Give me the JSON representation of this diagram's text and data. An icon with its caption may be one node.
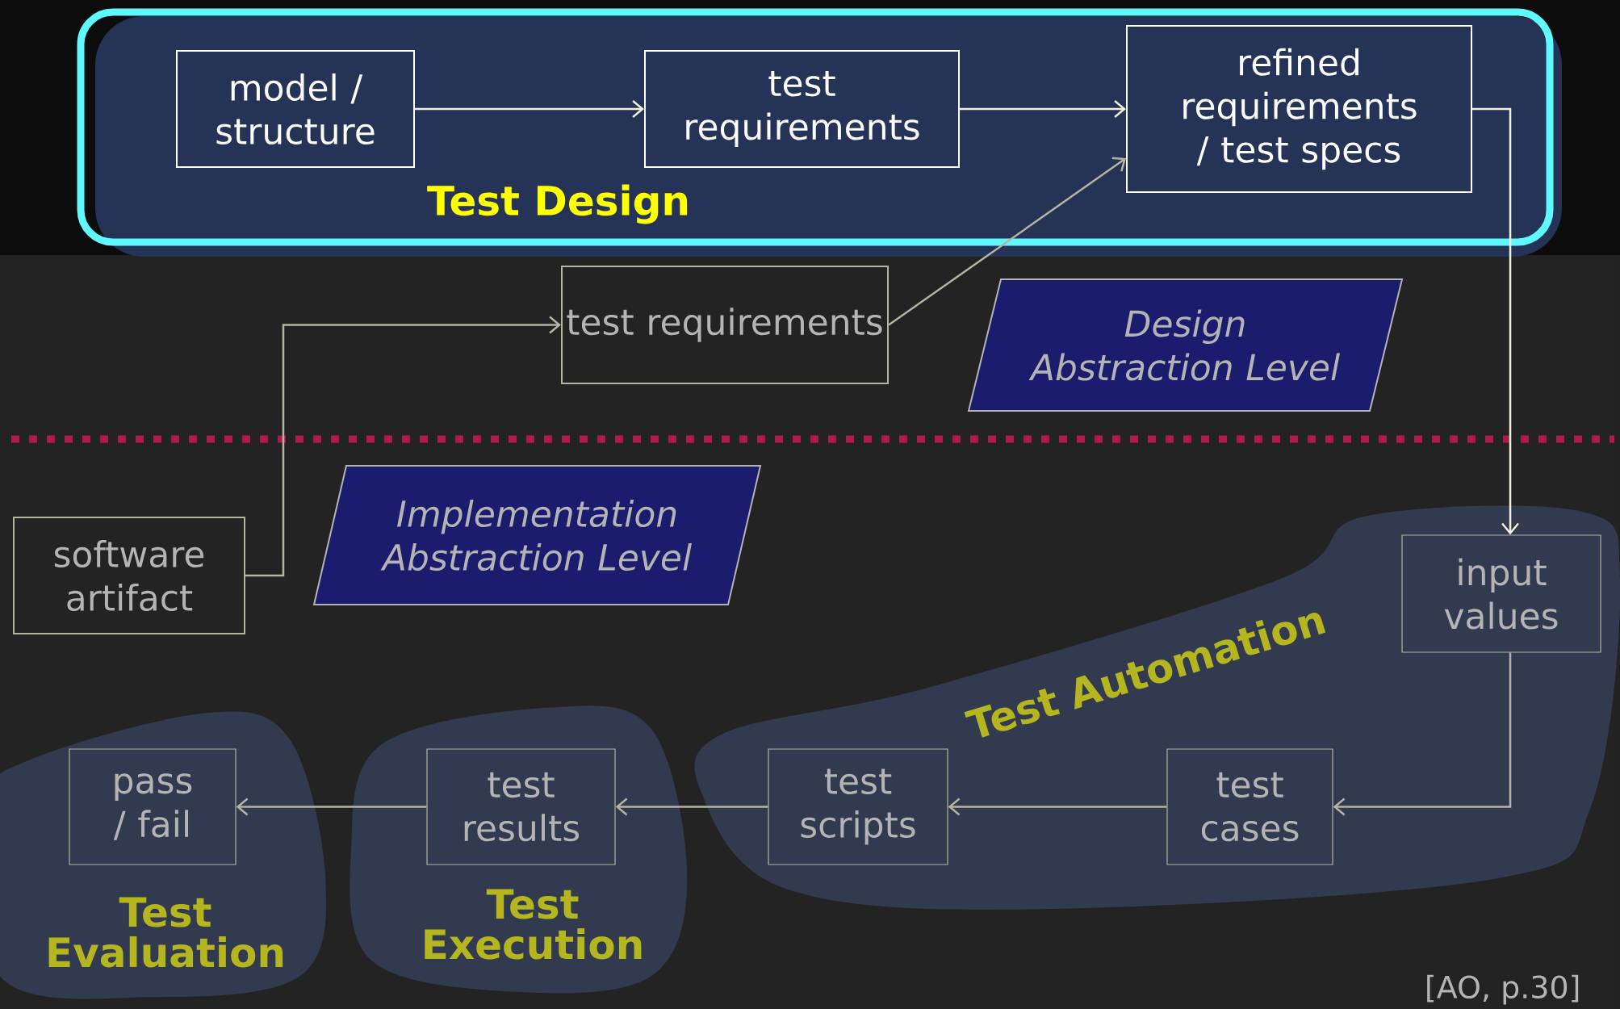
{
  "diagram": {
    "nodes": [
      {
        "text": [
          "Test Design"
        ]
      },
      {
        "text": [
          "model / structure"
        ],
        "in": 0
      },
      {
        "text": [
          "test requirements"
        ],
        "in": 0
      },
      {
        "text": [
          "refined requirements / test specs"
        ],
        "in": 0
      },
      {
        "text": [
          "test requirements"
        ]
      },
      {
        "text": [
          "Design Abstraction Level"
        ]
      },
      {
        "text": [
          "Implementation Abstraction Level"
        ]
      },
      {
        "text": [
          "software artifact"
        ]
      },
      {
        "text": [
          "Test Automation"
        ]
      },
      {
        "text": [
          "input values"
        ],
        "in": 8
      },
      {
        "text": [
          "test cases"
        ],
        "in": 8
      },
      {
        "text": [
          "test scripts"
        ],
        "in": 8
      },
      {
        "text": [
          "Test Execution"
        ]
      },
      {
        "text": [
          "test results"
        ],
        "in": 12
      },
      {
        "text": [
          "Test Evaluation"
        ]
      },
      {
        "text": [
          "pass / fail"
        ],
        "in": 14
      }
    ],
    "edges": [
      {
        "from": 1,
        "to": 2,
        "arrow": "to"
      },
      {
        "from": 2,
        "to": 3,
        "arrow": "to"
      },
      {
        "from": 7,
        "to": 4,
        "arrow": "to"
      },
      {
        "from": 4,
        "to": 3,
        "arrow": "to"
      },
      {
        "from": 3,
        "to": 9,
        "arrow": "to"
      },
      {
        "from": 9,
        "to": 10,
        "arrow": "to"
      },
      {
        "from": 10,
        "to": 11,
        "arrow": "to"
      },
      {
        "from": 11,
        "to": 13,
        "arrow": "to"
      },
      {
        "from": 13,
        "to": 15,
        "arrow": "to"
      }
    ],
    "labels": [
      "[AO, p.30]"
    ]
  }
}
